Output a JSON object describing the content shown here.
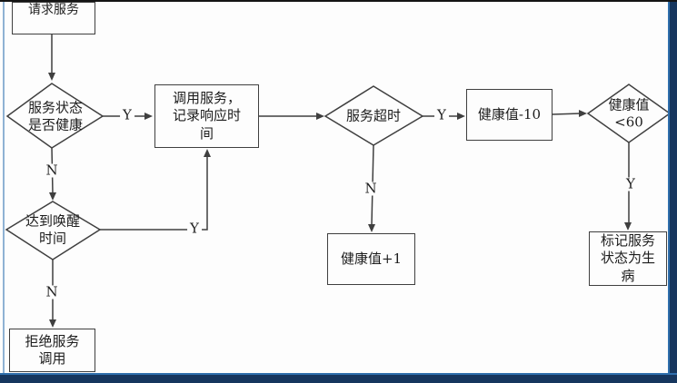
{
  "diagram": {
    "type": "flowchart",
    "title": "",
    "nodes": {
      "request": {
        "label": "请求服务",
        "shape": "rect"
      },
      "health": {
        "label": "服务状态\n是否健康",
        "shape": "diamond"
      },
      "call": {
        "label": "调用服务，\n记录响应时\n间",
        "shape": "rect"
      },
      "timeout": {
        "label": "服务超时",
        "shape": "diamond"
      },
      "minus10": {
        "label": "健康值-10",
        "shape": "rect"
      },
      "lt60": {
        "label": "健康值\n<60",
        "shape": "diamond"
      },
      "sick": {
        "label": "标记服务\n状态为生\n病",
        "shape": "rect"
      },
      "plus1": {
        "label": "健康值+1",
        "shape": "rect"
      },
      "wake": {
        "label": "达到唤醒\n时间",
        "shape": "diamond"
      },
      "refuse": {
        "label": "拒绝服务\n调用",
        "shape": "rect"
      }
    },
    "edge_labels": {
      "health_yes": "Y",
      "health_no": "N",
      "timeout_yes": "Y",
      "timeout_no": "N",
      "lt60_yes": "Y",
      "wake_yes": "Y",
      "wake_no": "N"
    },
    "colors": {
      "line": "#3f3f3f",
      "background": "#fdfdfd",
      "frame_top": "#141414",
      "frame_light_blue": "#8fb2d4",
      "frame_accent_blue": "#2f6fad",
      "frame_navy": "#16365e"
    }
  }
}
